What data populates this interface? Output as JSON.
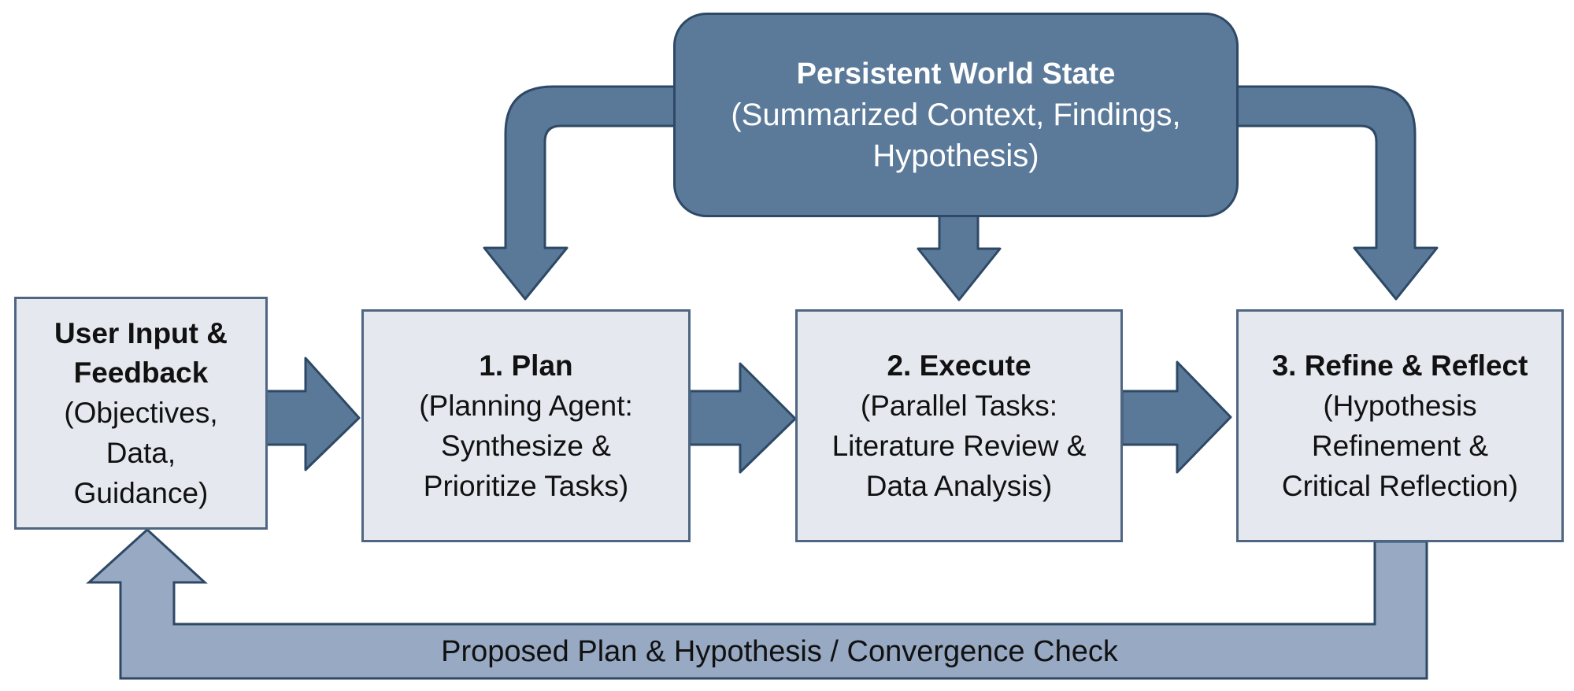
{
  "title": "Iterative Research Agent Loop",
  "colors": {
    "state_fill": "#5b7a9a",
    "state_border": "#2e4966",
    "box_fill": "#e5e8ee",
    "box_border": "#4f6683",
    "arrow_dark": "#5a7999",
    "arrow_light": "#97a9c3"
  },
  "world_state": {
    "title": "Persistent World State",
    "description_line1": "(Summarized Context, Findings,",
    "description_line2": "Hypothesis)"
  },
  "nodes": [
    {
      "id": "user-input",
      "title_line1": "User Input &",
      "title_line2": "Feedback",
      "desc_lines": [
        "(Objectives,",
        "Data,",
        "Guidance)"
      ]
    },
    {
      "id": "plan",
      "title_line1": "1. Plan",
      "title_line2": "",
      "desc_lines": [
        "(Planning Agent:",
        "Synthesize &",
        "Prioritize Tasks)"
      ]
    },
    {
      "id": "execute",
      "title_line1": "2. Execute",
      "title_line2": "",
      "desc_lines": [
        "(Parallel Tasks:",
        "Literature Review &",
        "Data Analysis)"
      ]
    },
    {
      "id": "refine",
      "title_line1": "3. Refine & Reflect",
      "title_line2": "",
      "desc_lines": [
        "(Hypothesis",
        "Refinement &",
        "Critical Reflection)"
      ]
    }
  ],
  "edges": [
    {
      "from": "user-input",
      "to": "plan",
      "style": "dark"
    },
    {
      "from": "plan",
      "to": "execute",
      "style": "dark"
    },
    {
      "from": "execute",
      "to": "refine",
      "style": "dark"
    },
    {
      "from": "world_state",
      "to": "plan",
      "style": "dark"
    },
    {
      "from": "world_state",
      "to": "execute",
      "style": "dark"
    },
    {
      "from": "world_state",
      "to": "refine",
      "style": "dark"
    },
    {
      "from": "refine",
      "to": "user-input",
      "style": "light",
      "label": "Proposed Plan & Hypothesis / Convergence Check"
    }
  ],
  "feedback_label": "Proposed Plan & Hypothesis / Convergence Check"
}
